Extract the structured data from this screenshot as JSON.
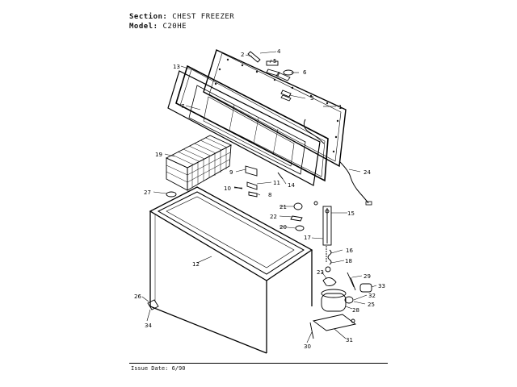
{
  "header": {
    "section_label": "Section:",
    "section_value": "CHEST FREEZER",
    "model_label": "Model:",
    "model_value": "C20HE"
  },
  "footer": {
    "issue": "Issue Date: 6/90"
  },
  "callouts": [
    "1",
    "2",
    "3",
    "4",
    "5",
    "6",
    "7",
    "8",
    "9",
    "10",
    "11",
    "12",
    "13",
    "14",
    "15",
    "16",
    "17",
    "18",
    "19",
    "20",
    "21",
    "22",
    "23",
    "24",
    "25",
    "26",
    "27",
    "28",
    "29",
    "30",
    "31",
    "32",
    "33",
    "34"
  ]
}
